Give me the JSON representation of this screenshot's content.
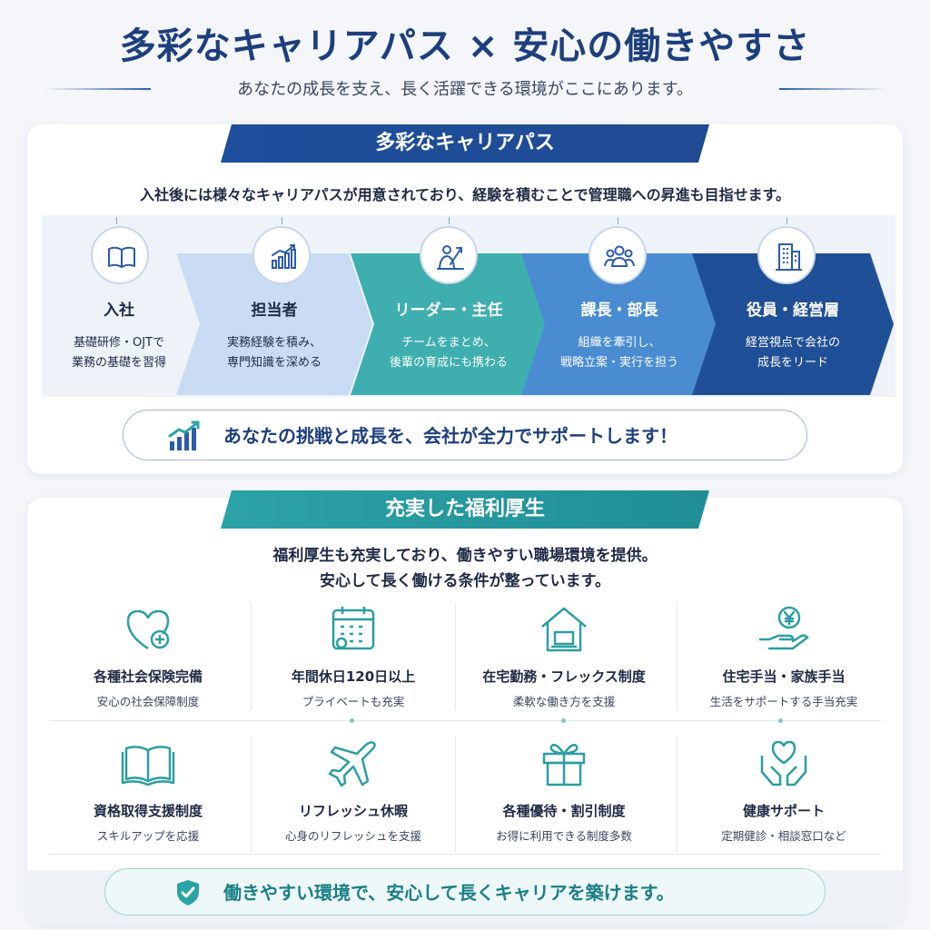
{
  "hero": {
    "title": "多彩なキャリアパス × 安心の働きやすさ",
    "subtitle": "あなたの成長を支え、長く活躍できる環境がここにあります。"
  },
  "career": {
    "heading": "多彩なキャリアパス",
    "intro": "入社後には様々なキャリアパスが用意されており、経験を積むことで管理職への昇進も目指せます。",
    "steps": [
      {
        "title": "入社",
        "desc1": "基礎研修・OJTで",
        "desc2": "業務の基礎を習得",
        "icon": "book-icon",
        "color": "#eef3fa",
        "text_color": "#1f2a44"
      },
      {
        "title": "担当者",
        "desc1": "実務経験を積み、",
        "desc2": "専門知識を深める",
        "icon": "chart-icon",
        "color": "#c7dbf3",
        "text_color": "#1f2a44"
      },
      {
        "title": "リーダー・主任",
        "desc1": "チームをまとめ、",
        "desc2": "後輩の育成にも携わる",
        "icon": "leader-icon",
        "color": "#3fb0b0",
        "text_color": "#ffffff"
      },
      {
        "title": "課長・部長",
        "desc1": "組織を牽引し、",
        "desc2": "戦略立案・実行を担う",
        "icon": "team-icon",
        "color": "#4c8fd4",
        "text_color": "#ffffff"
      },
      {
        "title": "役員・経営層",
        "desc1": "経営視点で会社の",
        "desc2": "成長をリード",
        "icon": "building-icon",
        "color": "#1f4f96",
        "text_color": "#ffffff"
      }
    ],
    "support": "あなたの挑戦と成長を、会社が全力でサポートします！"
  },
  "welfare": {
    "heading": "充実した福利厚生",
    "intro1": "福利厚生も充実しており、働きやすい職場環境を提供。",
    "intro2": "安心して長く働ける条件が整っています。",
    "items": [
      {
        "title": "各種社会保険完備",
        "desc": "安心の社会保障制度",
        "icon": "heart-plus-icon"
      },
      {
        "title": "年間休日120日以上",
        "desc": "プライベートも充実",
        "icon": "calendar-icon"
      },
      {
        "title": "在宅勤務・フレックス制度",
        "desc": "柔軟な働き方を支援",
        "icon": "home-laptop-icon"
      },
      {
        "title": "住宅手当・家族手当",
        "desc": "生活をサポートする手当充実",
        "icon": "yen-hand-icon"
      },
      {
        "title": "資格取得支援制度",
        "desc": "スキルアップを応援",
        "icon": "open-book-icon"
      },
      {
        "title": "リフレッシュ休暇",
        "desc": "心身のリフレッシュを支援",
        "icon": "airplane-icon"
      },
      {
        "title": "各種優待・割引制度",
        "desc": "お得に利用できる制度多数",
        "icon": "gift-icon"
      },
      {
        "title": "健康サポート",
        "desc": "定期健診・相談窓口など",
        "icon": "hands-heart-icon"
      }
    ],
    "footer": "働きやすい環境で、安心して長くキャリアを築けます。"
  },
  "colors": {
    "brand_blue": "#1d4f9c",
    "brand_teal": "#2ba3a6",
    "icon_teal": "#2b9ea2"
  }
}
